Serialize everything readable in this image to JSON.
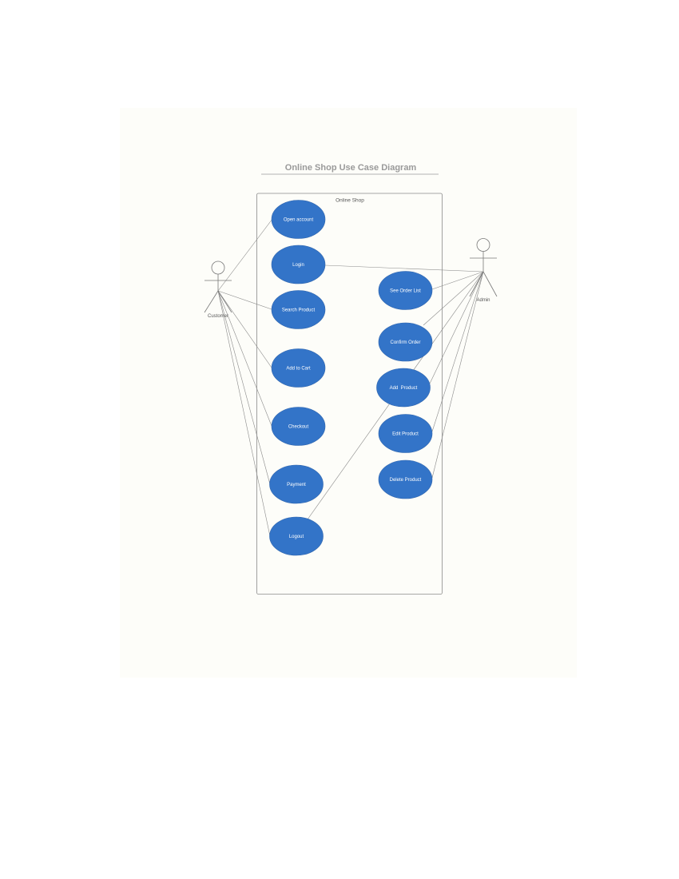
{
  "diagram": {
    "title": "Online Shop Use Case Diagram",
    "system_label": "Online Shop",
    "colors": {
      "usecase_fill": "#3374c8",
      "line": "#8a8a8a",
      "title": "#9a9a9a",
      "background": "#fdfdf9"
    },
    "actors": [
      {
        "id": "customer",
        "label": "Customer"
      },
      {
        "id": "admin",
        "label": "Admin"
      }
    ],
    "use_cases": [
      {
        "id": "open-account",
        "label": "Open account"
      },
      {
        "id": "login",
        "label": "Login"
      },
      {
        "id": "search-product",
        "label": "Search Product"
      },
      {
        "id": "add-to-cart",
        "label": "Add to Cart"
      },
      {
        "id": "checkout",
        "label": "Checkout"
      },
      {
        "id": "payment",
        "label": "Payment"
      },
      {
        "id": "logout",
        "label": "Logout"
      },
      {
        "id": "see-order-list",
        "label": "See Order List"
      },
      {
        "id": "confirm-order",
        "label": "Confirm Order"
      },
      {
        "id": "add-product",
        "label": "Add  Product"
      },
      {
        "id": "edit-product",
        "label": "Edit Product"
      },
      {
        "id": "delete-product",
        "label": "Delete Product"
      }
    ],
    "associations": [
      {
        "actor": "customer",
        "use_case": "open-account"
      },
      {
        "actor": "customer",
        "use_case": "search-product"
      },
      {
        "actor": "customer",
        "use_case": "add-to-cart"
      },
      {
        "actor": "customer",
        "use_case": "checkout"
      },
      {
        "actor": "customer",
        "use_case": "payment"
      },
      {
        "actor": "customer",
        "use_case": "logout"
      },
      {
        "actor": "admin",
        "use_case": "login"
      },
      {
        "actor": "admin",
        "use_case": "see-order-list"
      },
      {
        "actor": "admin",
        "use_case": "confirm-order"
      },
      {
        "actor": "admin",
        "use_case": "add-product"
      },
      {
        "actor": "admin",
        "use_case": "edit-product"
      },
      {
        "actor": "admin",
        "use_case": "delete-product"
      },
      {
        "actor": "admin",
        "use_case": "logout"
      }
    ]
  }
}
